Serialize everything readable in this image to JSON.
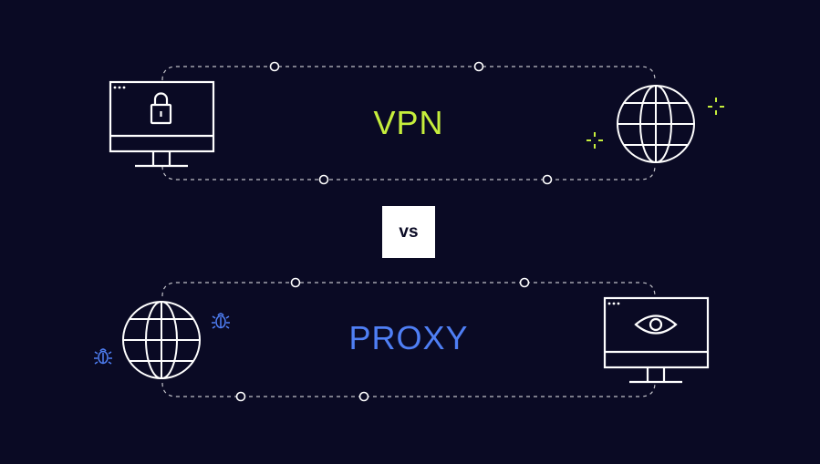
{
  "colors": {
    "background": "#0a0a24",
    "line": "#ffffff",
    "vpn_accent": "#c6ee3c",
    "proxy_accent": "#4f7ff5",
    "vs_box": "#ffffff"
  },
  "vpn": {
    "label": "VPN",
    "client_icon": "locked-monitor-icon",
    "server_icon": "globe-icon",
    "accent_icon": "sparkle-icon"
  },
  "comparison": {
    "label": "vs"
  },
  "proxy": {
    "label": "PROXY",
    "client_icon": "globe-icon",
    "server_icon": "eye-monitor-icon",
    "accent_icon": "bug-icon"
  }
}
